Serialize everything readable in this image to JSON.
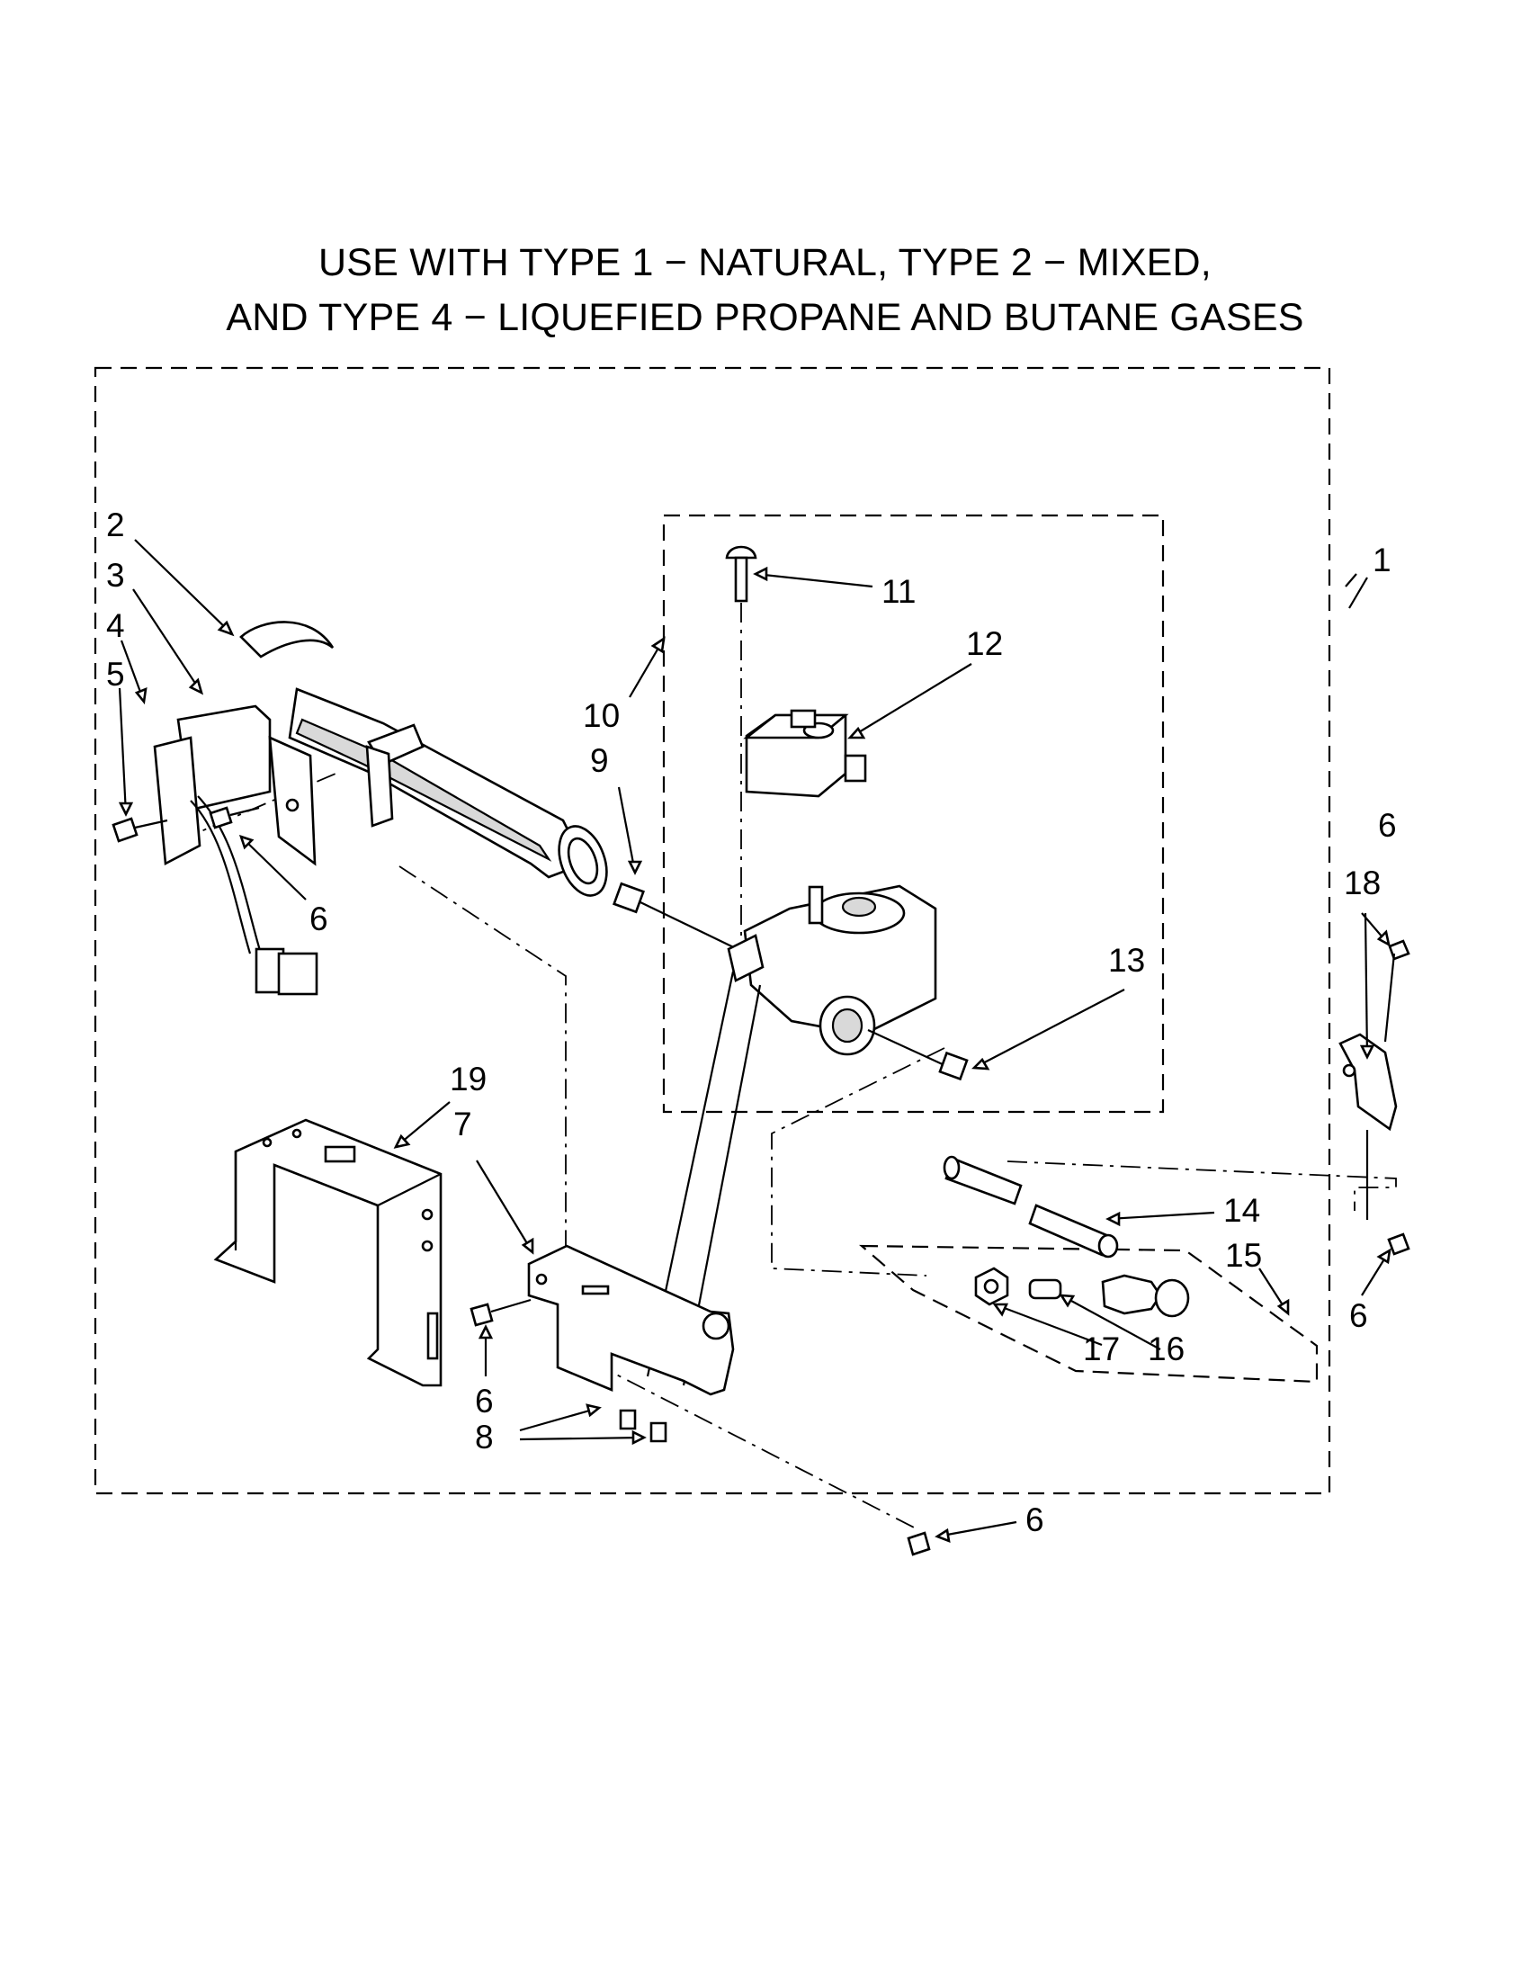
{
  "title": {
    "line1": "USE WITH TYPE 1 − NATURAL, TYPE 2 − MIXED,",
    "line2": "AND TYPE 4 − LIQUEFIED PROPANE AND BUTANE GASES"
  },
  "callouts": {
    "c1": "1",
    "c2": "2",
    "c3": "3",
    "c4": "4",
    "c5": "5",
    "c6a": "6",
    "c6b": "6",
    "c6c": "6",
    "c6d": "6",
    "c6e": "6",
    "c7": "7",
    "c8": "8",
    "c9": "9",
    "c10": "10",
    "c11": "11",
    "c12": "12",
    "c13": "13",
    "c14": "14",
    "c15": "15",
    "c16": "16",
    "c17": "17",
    "c18": "18",
    "c19": "19"
  }
}
